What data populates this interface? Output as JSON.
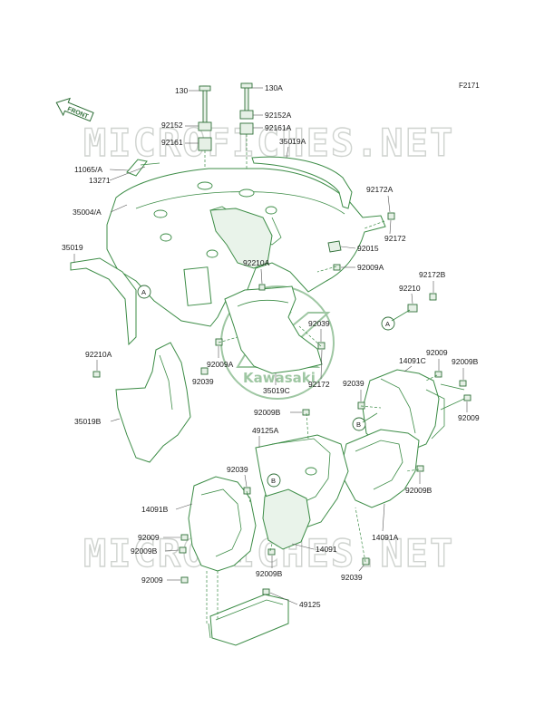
{
  "figure_code": "F2171",
  "front_label": "FRONT",
  "watermark_text": "MICROFICHES.NET",
  "center_logo_text": "Kawasaki",
  "ref_a": "A",
  "ref_b": "B",
  "labels": {
    "l130": "130",
    "l130a": "130A",
    "l92152": "92152",
    "l92152a": "92152A",
    "l92161": "92161",
    "l92161a": "92161A",
    "l35019a": "35019A",
    "l11065a": "11065/A",
    "l13271": "13271",
    "l92172a": "92172A",
    "l35004a": "35004/A",
    "l92172": "92172",
    "l92015": "92015",
    "l35019": "35019",
    "l92009a_top": "92009A",
    "l92210a_top": "92210A",
    "l92172b": "92172B",
    "l92210": "92210",
    "l92039_mid": "92039",
    "l92210a_left": "92210A",
    "l92009a_mid": "92009A",
    "l92172_mid": "92172",
    "l92039_left": "92039",
    "l35019c": "35019C",
    "l92039_right": "92039",
    "l35019b": "35019B",
    "l92009_right": "92009",
    "l14091c": "14091C",
    "l92009b_right": "92009B",
    "l92009_right2": "92009",
    "l92009b_center": "92009B",
    "l49125a": "49125A",
    "l92039_low": "92039",
    "l92009b_low_right": "92009B",
    "l14091b": "14091B",
    "l92009_lowleft": "92009",
    "l92009b_lowleft": "92009B",
    "l14091": "14091",
    "l14091a": "14091A",
    "l92009b_bottom": "92009B",
    "l92039_bottom": "92039",
    "l92009_bottomleft": "92009",
    "l49125": "49125"
  }
}
